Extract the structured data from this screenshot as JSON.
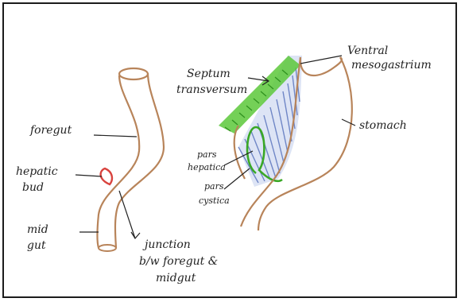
{
  "labels": {
    "foregut": "foregut",
    "hepatic_bud_line1": "hepatic",
    "hepatic_bud_line2": "bud",
    "mid_gut_line1": "mid",
    "mid_gut_line2": "gut",
    "junction_line1": "junction",
    "junction_line2": "b/w foregut &",
    "junction_line3": "midgut",
    "septum_line1": "Septum",
    "septum_line2": "transversum",
    "ventral_line1": "Ventral",
    "ventral_line2": "mesogastrium",
    "stomach": "stomach",
    "pars_hepatica_line1": "pars",
    "pars_hepatica_line2": "hepatica",
    "pars_cystica_line1": "pars",
    "pars_cystica_line2": "cystica"
  },
  "colors": {
    "gut_outline": "#b8845a",
    "hepatic_bud": "#d9433e",
    "septum_green": "#5cc83a",
    "mesogastrium_blue": "#6f86c6"
  }
}
